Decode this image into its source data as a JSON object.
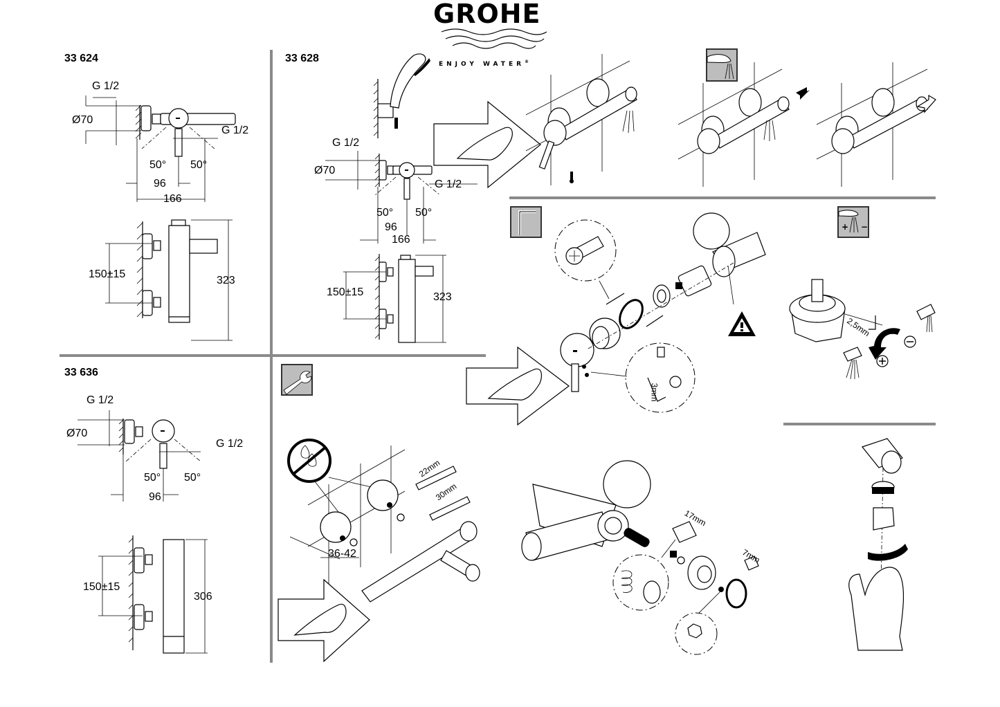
{
  "brand": {
    "name": "GROHE",
    "tagline": "ENJOY WATER",
    "trademark": "®"
  },
  "models": [
    {
      "id": "33 624",
      "plan_view": {
        "thread_top": "G 1/2",
        "thread_side": "G 1/2",
        "diameter": "Ø70",
        "angle_left": "50°",
        "angle_right": "50°",
        "width_inner": "96",
        "width_outer": "166"
      },
      "elevation": {
        "spacing": "150±15",
        "height": "323"
      }
    },
    {
      "id": "33 628",
      "plan_view": {
        "thread_top": "G 1/2",
        "thread_side": "G 1/2",
        "diameter": "Ø70",
        "angle_left": "50°",
        "angle_right": "50°",
        "width_inner": "96",
        "width_outer": "166"
      },
      "elevation": {
        "spacing": "150±15",
        "height": "323"
      }
    },
    {
      "id": "33 636",
      "plan_view": {
        "thread_top": "G 1/2",
        "thread_side": "G 1/2",
        "diameter": "Ø70",
        "angle_left": "50°",
        "angle_right": "50°",
        "width_inner": "96"
      },
      "elevation": {
        "spacing": "150±15",
        "height": "306"
      }
    }
  ],
  "installation": {
    "tool_icon": "wrench-icon",
    "no_sealant_icon": "no-sealant-icon",
    "wrench_sizes": [
      "22mm",
      "30mm"
    ],
    "offset_range": "36-42"
  },
  "operation": {
    "steps": [
      "temperature-control",
      "bath-spout-flow",
      "diverter-shower"
    ]
  },
  "maintenance": {
    "hex_key_icon": "hex-key-icon",
    "set_screw_key": "3mm",
    "warning_icon": "warning-triangle-icon",
    "limiter_key": "2,5mm",
    "flow_plus": "+",
    "flow_minus": "−",
    "valve_wrench": "17mm",
    "nut_wrench": "7mm"
  },
  "text": {
    "g": "G",
    "half_num": "1",
    "half_den": "2"
  }
}
